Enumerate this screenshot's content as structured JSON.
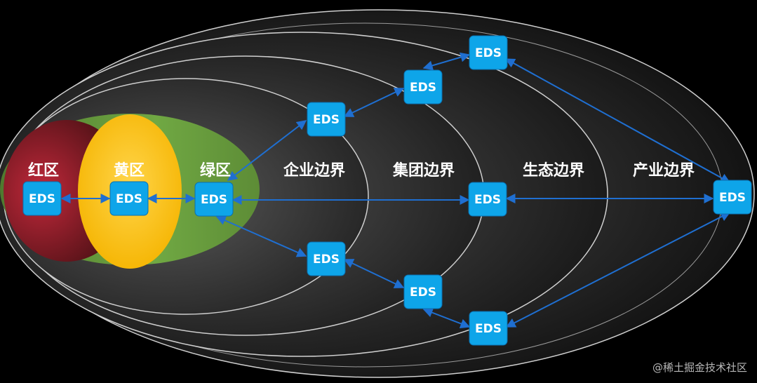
{
  "zones": {
    "red": "红区",
    "yellow": "黄区",
    "green": "绿区",
    "enterprise": "企业边界",
    "group": "集团边界",
    "ecosystem": "生态边界",
    "industry": "产业边界"
  },
  "node_label": "EDS",
  "colors": {
    "red": "#9e1b26",
    "yellow": "#ffc000",
    "green": "#70a843",
    "node": "#0ea5e9",
    "link": "#1f6fd1",
    "boundary": "#cfcfcf"
  },
  "watermark": "@稀土掘金技术社区"
}
